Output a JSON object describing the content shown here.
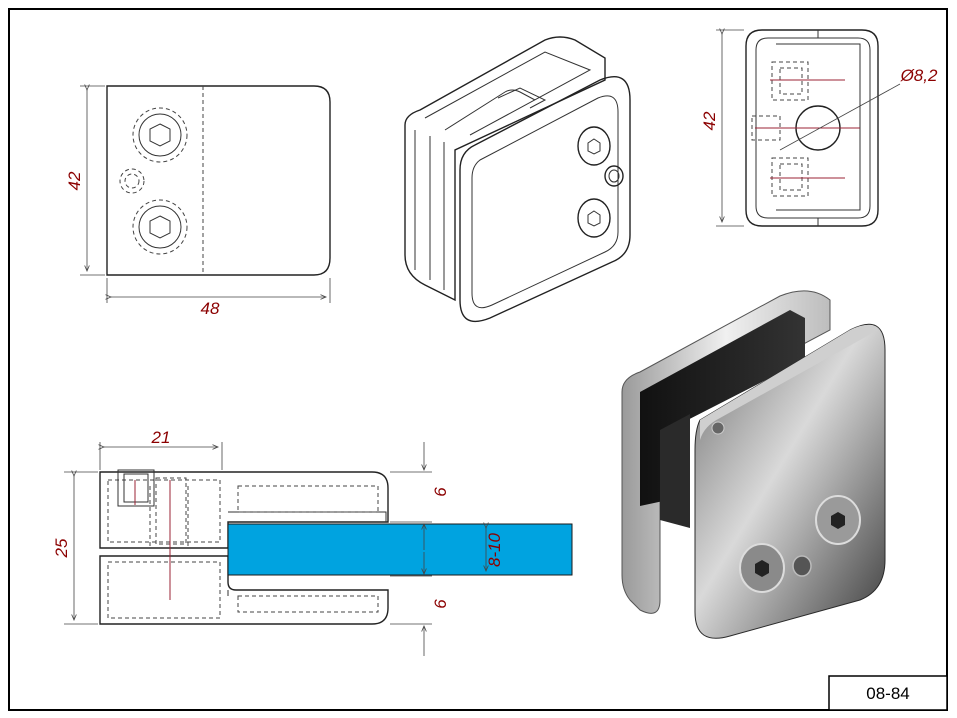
{
  "drawing": {
    "code": "08-84",
    "colors": {
      "dimension": "#8b0000",
      "glass": "#00a3e0",
      "line": "#222222"
    },
    "views": {
      "front": {
        "height_label": "42",
        "width_label": "48"
      },
      "top": {
        "height_label": "42",
        "hole_label": "Ø8,2"
      },
      "section": {
        "width_label": "21",
        "height_label": "25",
        "clamp_top_label": "6",
        "clamp_bottom_label": "6",
        "glass_label": "8-10"
      }
    }
  }
}
